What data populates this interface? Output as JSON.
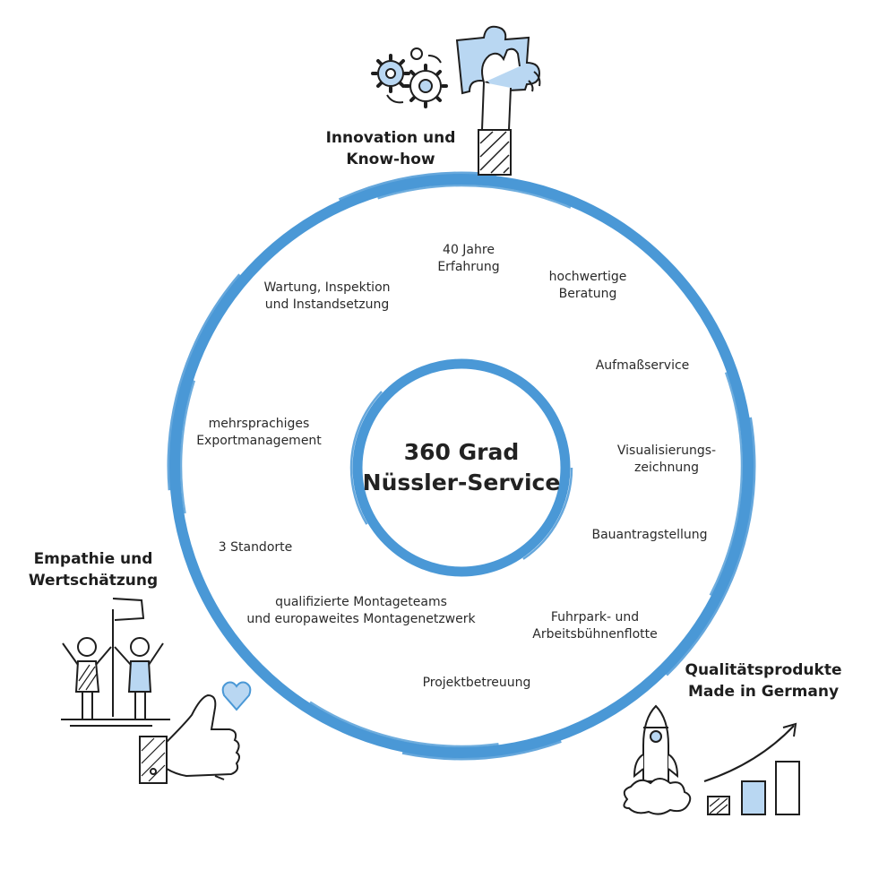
{
  "center": {
    "line1": "360 Grad",
    "line2": "Nüssler-Service"
  },
  "headers": {
    "innovation": {
      "line1": "Innovation und",
      "line2": "Know-how"
    },
    "empathy": {
      "line1": "Empathie und",
      "line2": "Wertschätzung"
    },
    "quality": {
      "line1": "Qualitätsprodukte",
      "line2": "Made in Germany"
    }
  },
  "services": [
    {
      "line1": "40 Jahre",
      "line2": "Erfahrung"
    },
    {
      "line1": "hochwertige",
      "line2": "Beratung"
    },
    {
      "line1": "Aufmaßservice",
      "line2": ""
    },
    {
      "line1": "Visualisierungs-",
      "line2": "zeichnung"
    },
    {
      "line1": "Bauantragstellung",
      "line2": ""
    },
    {
      "line1": "Fuhrpark- und",
      "line2": "Arbeitsbühnenflotte"
    },
    {
      "line1": "Projektbetreuung",
      "line2": ""
    },
    {
      "line1": "qualifizierte Montageteams",
      "line2": "und europaweites Montagenetzwerk"
    },
    {
      "line1": "3 Standorte",
      "line2": ""
    },
    {
      "line1": "mehrsprachiges",
      "line2": "Exportmanagement"
    },
    {
      "line1": "Wartung, Inspektion",
      "line2": "und Instandsetzung"
    }
  ],
  "colors": {
    "ring": "#4a98d6",
    "accent_fill": "#b9d7f2",
    "ink": "#1e1e1e"
  },
  "icons": [
    "gears-icon",
    "puzzle-hand-icon",
    "people-flag-icon",
    "thumbs-up-icon",
    "heart-icon",
    "rocket-icon",
    "growth-chart-icon"
  ]
}
